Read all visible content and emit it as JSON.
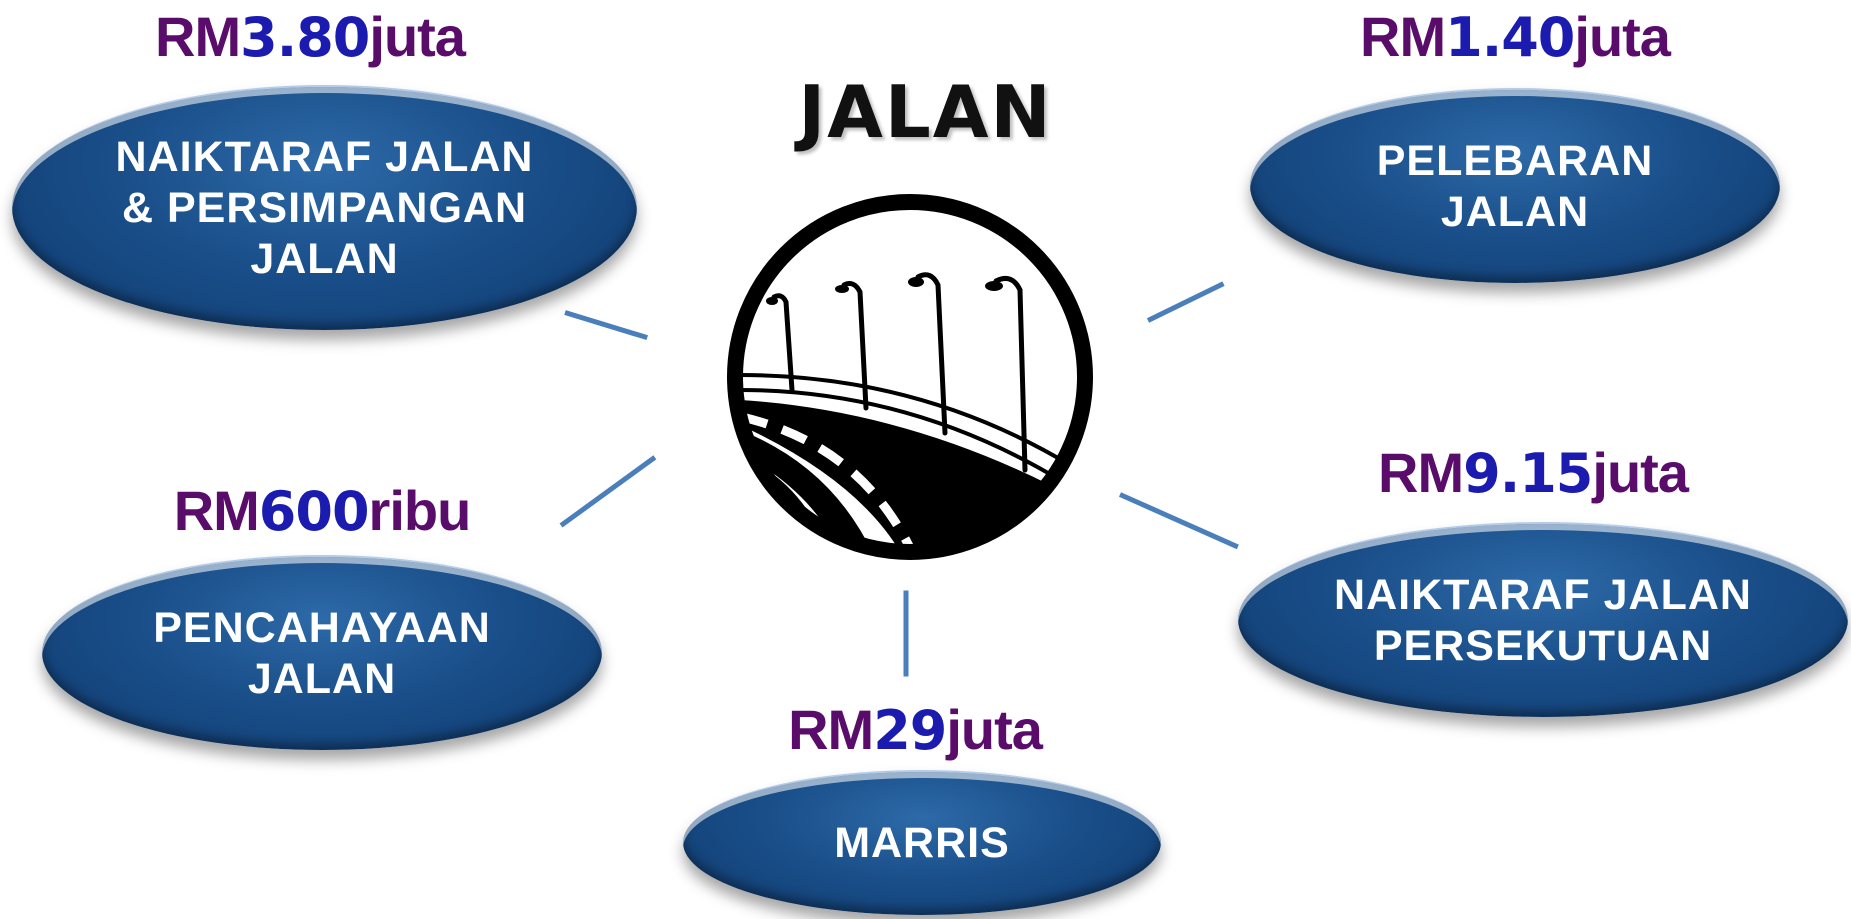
{
  "diagram": {
    "title": "JALAN",
    "nodes": [
      {
        "id": "top-left",
        "label": "NAIKTARAF JALAN\n& PERSIMPANGAN\nJALAN",
        "price": {
          "prefix": "RM",
          "amount": "3.80",
          "unit": "juta"
        }
      },
      {
        "id": "top-right",
        "label": "PELEBARAN\nJALAN",
        "price": {
          "prefix": "RM",
          "amount": "1.40",
          "unit": "juta"
        }
      },
      {
        "id": "mid-left",
        "label": "PENCAHAYAAN\nJALAN",
        "price": {
          "prefix": "RM",
          "amount": "600",
          "unit": "ribu"
        }
      },
      {
        "id": "mid-right",
        "label": "NAIKTARAF JALAN\nPERSEKUTUAN",
        "price": {
          "prefix": "RM",
          "amount": "9.15",
          "unit": "juta"
        }
      },
      {
        "id": "bottom",
        "label": "MARRIS",
        "price": {
          "prefix": "RM",
          "amount": "29",
          "unit": "juta"
        }
      }
    ],
    "center_icon": "road-with-street-lamps-icon"
  },
  "colors": {
    "pill": "#1a4f8a",
    "price_text": "#5a0c6b",
    "price_number": "#1b1bb0",
    "connector": "#4a7fbb"
  }
}
